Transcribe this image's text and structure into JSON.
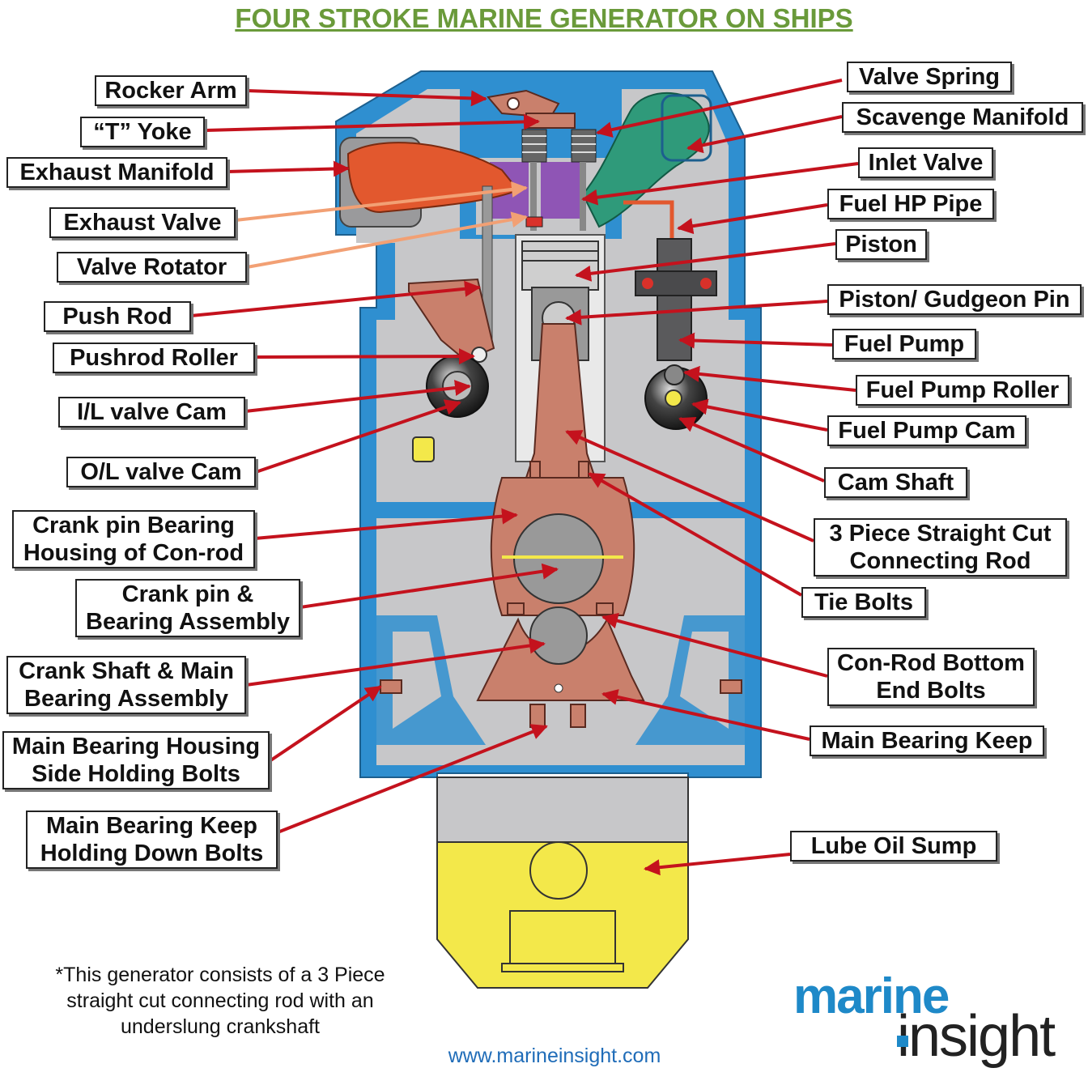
{
  "title": "FOUR STROKE MARINE GENERATOR ON SHIPS",
  "labels": {
    "rocker_arm": [
      "Rocker Arm"
    ],
    "t_yoke": [
      "“T” Yoke"
    ],
    "exhaust_manifold": [
      "Exhaust Manifold"
    ],
    "exhaust_valve": [
      "Exhaust Valve"
    ],
    "valve_rotator": [
      "Valve Rotator"
    ],
    "push_rod": [
      "Push Rod"
    ],
    "pushrod_roller": [
      "Pushrod Roller"
    ],
    "il_valve_cam": [
      "I/L valve Cam"
    ],
    "ol_valve_cam": [
      "O/L valve Cam"
    ],
    "crank_pin_bearing_housing": [
      "Crank pin Bearing",
      "Housing of Con-rod"
    ],
    "crank_pin_bearing_assembly": [
      "Crank pin &",
      "Bearing Assembly"
    ],
    "crank_shaft_main_bearing": [
      "Crank Shaft & Main",
      "Bearing Assembly"
    ],
    "main_bearing_housing_bolts": [
      "Main Bearing Housing",
      "Side Holding Bolts"
    ],
    "main_bearing_keep_bolts": [
      "Main Bearing Keep",
      "Holding Down Bolts"
    ],
    "valve_spring": [
      "Valve Spring"
    ],
    "scavenge_manifold": [
      "Scavenge Manifold"
    ],
    "inlet_valve": [
      "Inlet Valve"
    ],
    "fuel_hp_pipe": [
      "Fuel HP Pipe"
    ],
    "piston": [
      "Piston"
    ],
    "gudgeon_pin": [
      "Piston/ Gudgeon Pin"
    ],
    "fuel_pump": [
      "Fuel Pump"
    ],
    "fuel_pump_roller": [
      "Fuel Pump Roller"
    ],
    "fuel_pump_cam": [
      "Fuel Pump Cam"
    ],
    "cam_shaft": [
      "Cam Shaft"
    ],
    "connecting_rod": [
      "3 Piece Straight Cut",
      "Connecting Rod"
    ],
    "tie_bolts": [
      "Tie Bolts"
    ],
    "con_rod_bottom_bolts": [
      "Con-Rod Bottom",
      "End Bolts"
    ],
    "main_bearing_keep": [
      "Main Bearing Keep"
    ],
    "lube_oil_sump": [
      "Lube Oil Sump"
    ]
  },
  "footnote": [
    "*This generator consists of a 3 Piece",
    "straight cut connecting rod with an",
    "underslung crankshaft"
  ],
  "url": "www.marineinsight.com",
  "logo": {
    "top": "marine",
    "bottom": "insight"
  },
  "colors": {
    "title": "#6a9a3a",
    "frame": "#2f8fd0",
    "casing": "#c7c7c9",
    "exhaust": "#e2582e",
    "scavenge": "#2f9a7a",
    "bronze": "#c9806c",
    "sump": "#f3e84a",
    "leader_red": "#c4121d",
    "leader_orange": "#f2a074",
    "url": "#1f6cb8",
    "logo_blue": "#1e89c8"
  }
}
